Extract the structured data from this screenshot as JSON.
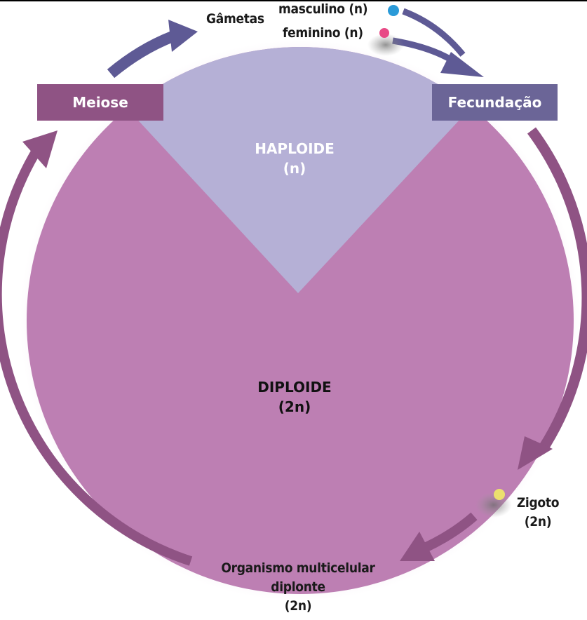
{
  "boxes": {
    "meiosis": "Meiose",
    "fertilization": "Fecundação"
  },
  "gametes": {
    "label": "Gâmetas",
    "male": "masculino (n)",
    "female": "feminino (n)"
  },
  "regions": {
    "haploid_name": "HAPLOIDE",
    "haploid_ploidy": "(n)",
    "diploid_name": "DIPLOIDE",
    "diploid_ploidy": "(2n)"
  },
  "zygote": {
    "name": "Zigoto",
    "ploidy": "(2n)"
  },
  "organism": {
    "line1": "Organismo multicelular",
    "line2": "diplonte",
    "line3": "(2n)"
  },
  "colors": {
    "diploid_fill": "#bd7fb3",
    "haploid_fill": "#b5b0d6",
    "meiosis_box": "#8f5384",
    "fertilization_box": "#6b6597",
    "arrow_purple": "#8f5384",
    "arrow_blue": "#5e5a95",
    "male_dot": "#2a9ad8",
    "female_dot": "#e84a86",
    "zygote_dot": "#ece06e"
  }
}
